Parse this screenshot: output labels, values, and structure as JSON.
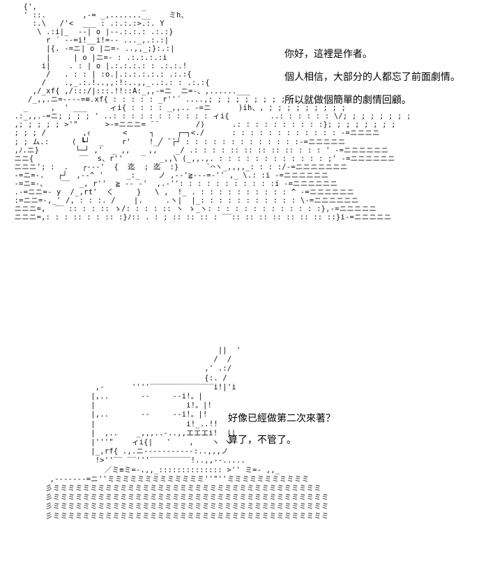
{
  "panels": [
    {
      "art": "   {',                       _\n   ' ::.        ,-= _,.......__    ミh、\n     :.\\   /'<  ___ : .:.:.:>.:. Y\n      \\ .:i|_  --| o |--.:.:.: .:.:}\n        r ´ --=i!__i!=-- ..._,.:.:|\n        |{. -=ニ| o |ニ=- ..,,_;}:.:|\n        |     | o |ニ=- : .:.:.:.:i\n       i|    . : | o |.:.:.:.: : .:.:.!\n        /   . : : | :o.|.:.:.:.:.: .:.:{\n       /    .,_.:.!..,,:!:..,,_..:.: : .:.:{\n     ,/_xf{ ,/:::/|:::.!!::A:_,,-=ニ  ニ=-、,......___\n    /_,,.ニ=----=≡.xf{ : : : : : _r''´ ....,; ; ; ; ; ; ; ; ; ;  __\n   _     ,  ' ___     ィi{ : : : : _,,.. -=ニ      )ih、, ; ; ; ; ; ; ; ; ;\n .:_,,.-=ニ; ; ; ; ' ..: : : : : : : : : : : ィi{         ..: : : : : : \\/; ; ; ; ; ; ; ;\n ,; ; ; ; ; >'\"      >-=ニニニ= ¨¨        /)      .: : : : : : : : : :}; ; ; ; ; ; ; ;\n ; ; ; /        ,ｨ       <     ┐     ┌─┐<./      : : : : : : : : : : : : -=ニニニニ\n ; ; ム.:     ( ┗┘  _    r'    !_╱ ̄ ̄┌┘ : : : : : : : : : : : : :-=ニニニニニ\n ,ﾉ.ニ}        └─┘ ,'  _ ,,    ,,    _/ .: : : : :: :: :: :: :: : : : ' -=ニニニニニニ\n ニニ{          ‾‾  s、r''    ‾   _,,\\ (_,,.,. : : : : : : : : : : : : ;' -=ニニニニニニ\n ニニニ'; :  .   ┌---'  {  迄  ; 迄  :}      `⌒ヽ_,,,,_: : : :/-=ニニニニニニニ\n -=ニ=-.   ┌┘  ,--^ '     _:_    ノ ,--'≧---=-'' ,_ \\.: :i -=ニニニニニニ\n -=ニ=-、   ‾‾  _, r''  ≧ -- -'  ,.-'': : : : : : : : : : :i -=ニニニニニニ\n .-=ニニ=- y  /_,rt'  く     }   \\ ,  !_ . : : : : : : : : : : ^ -=ニニニニニニ\n :=ニニ=-,_' /, : : :. /    |.     .ヽ|  |_: : : : : : : : : : : \\-=ニニニニニニ\n ニニニ=,  ‾‾ :: : : :: ゝ/: : : : :: ヽ ゝ_ヽ: : : : : : : : : : : : :},-=ニニニニニ\n ニニニ=,: : : :: : : :: :}ﾉ:: . : ; :: :: :: : ‾‾:: :: :: :: :: :: :: ::}i-=ニニニニニ"
    },
    {
      "art": "                                        ||  '\n                                       /  /\n                                     ,' .:/\n                                     {:. /\n             ,-      ''''‾‾‾‾‾‾‾‾‾‾‾‾‾‾i!|'i\n            |,..       --     --i!。|\n            |                    i!。|!\n            |,..       --     --i!。|!\n            |                    i!_..!!\n            |  ,..    _,,,..-..,,エエエi!  ||\n            |'''\"    ィi{|   '    ,    ヽ ヽ\n            |_,rf{ .,.ニ-----------:..,,,ノ\n             !>''‾‾ ‾‾'''‾‾‾‾‾‾‾‾‾!..,,--.....\n               ／ミ≡ミ=-.,,_:::::::::::::: >'' ミ=- ,,_\n   ,-------=ニ''ミミミミミミミミミミミミミ''\"''ミミミミミミミミミミミ\n  彡ミミミミミミミミミミミミミミミミミミミミミミミミミミミミミミミミミミミミ\n  彡ミミミミミミミミミミミミミミミミミミミミミミミミミミミミミミミミミミミミミ\n  彡ミミミミミミミミミミミミミミミミミミミミミミミミミミミミミミミミミミミミミ\n  彡ミミミミミミミミミミミミミミミミミミミミミミミミミミミミミミミミミミミミミ"
    }
  ],
  "dialogue": [
    {
      "lines": [
        "你好，這裡是作者。",
        "個人相信，大部分的人都忘了前面劇情。",
        "所以就做個簡單的劇情回顧。"
      ]
    },
    {
      "lines": [
        "好像已經做第二次來著？",
        "算了，不管了。"
      ]
    }
  ]
}
